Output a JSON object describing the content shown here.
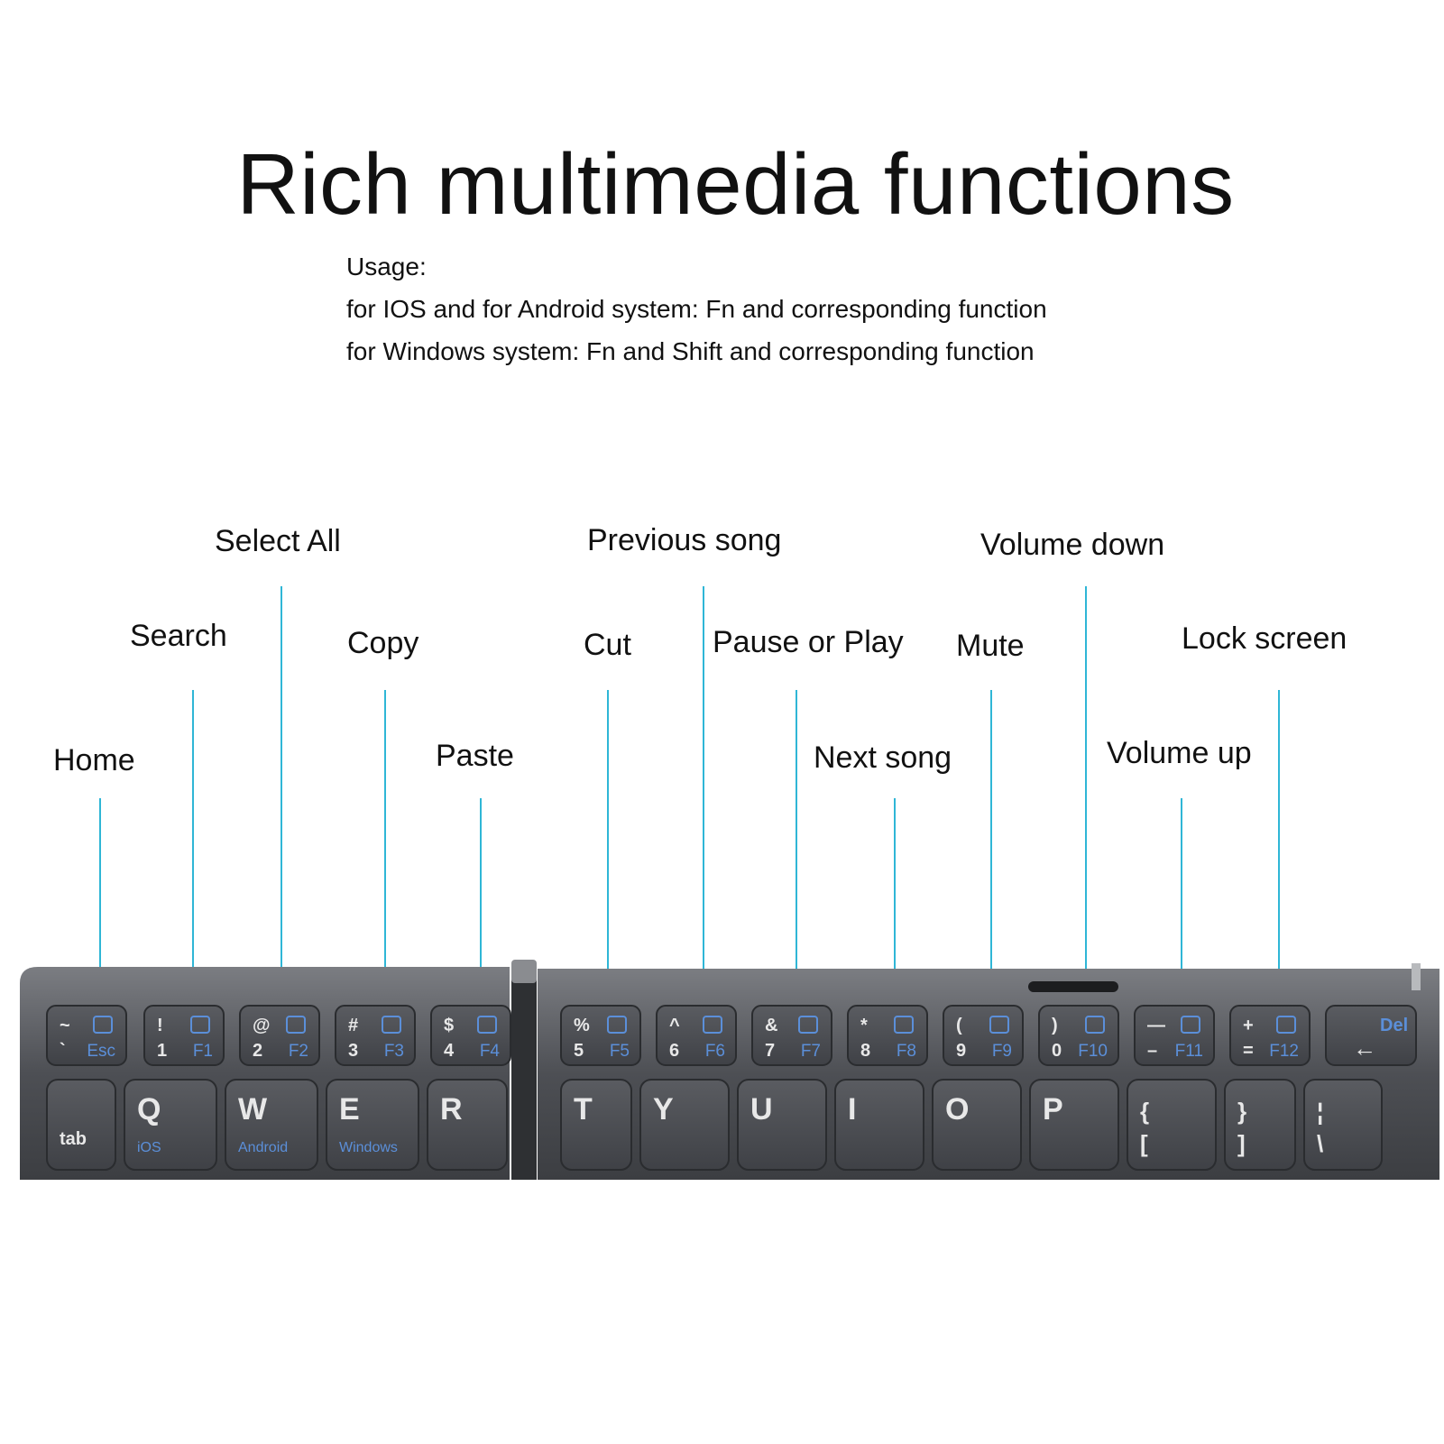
{
  "title": "Rich multimedia functions",
  "usage": {
    "heading": "Usage:",
    "line1": "for IOS and for Android system: Fn and corresponding function",
    "line2": "for Windows system: Fn and Shift and corresponding function"
  },
  "callouts": {
    "home": "Home",
    "search": "Search",
    "select_all": "Select All",
    "copy": "Copy",
    "paste": "Paste",
    "cut": "Cut",
    "previous_song": "Previous song",
    "pause_play": "Pause or Play",
    "next_song": "Next song",
    "mute": "Mute",
    "volume_down": "Volume down",
    "volume_up": "Volume up",
    "lock_screen": "Lock screen"
  },
  "colors": {
    "leader_line": "#2fb6d6",
    "key_body": "#4b4d52",
    "key_legend": "#e8e8e8",
    "fn_legend": "#5b8fd9",
    "frame": "#5a5c60"
  },
  "keyboard": {
    "top_row": [
      {
        "top": "~",
        "bottom": "`",
        "fn": "Esc",
        "icon": "home-icon"
      },
      {
        "top": "!",
        "bottom": "1",
        "fn": "F1",
        "icon": "search-icon"
      },
      {
        "top": "@",
        "bottom": "2",
        "fn": "F2",
        "icon": "select-all-icon"
      },
      {
        "top": "#",
        "bottom": "3",
        "fn": "F3",
        "icon": "copy-icon"
      },
      {
        "top": "$",
        "bottom": "4",
        "fn": "F4",
        "icon": "paste-icon"
      },
      {
        "top": "%",
        "bottom": "5",
        "fn": "F5",
        "icon": "scissors-icon"
      },
      {
        "top": "^",
        "bottom": "6",
        "fn": "F6",
        "icon": "previous-track-icon"
      },
      {
        "top": "&",
        "bottom": "7",
        "fn": "F7",
        "icon": "play-pause-icon"
      },
      {
        "top": "*",
        "bottom": "8",
        "fn": "F8",
        "icon": "next-track-icon"
      },
      {
        "top": "(",
        "bottom": "9",
        "fn": "F9",
        "icon": "mute-icon"
      },
      {
        "top": ")",
        "bottom": "0",
        "fn": "F10",
        "icon": "volume-down-icon"
      },
      {
        "top": "—",
        "bottom": "–",
        "fn": "F11",
        "icon": "volume-up-icon"
      },
      {
        "top": "+",
        "bottom": "=",
        "fn": "F12",
        "icon": "lock-icon"
      },
      {
        "top": "Del",
        "bottom": "←",
        "fn": "",
        "icon": "backspace-icon"
      }
    ],
    "letter_row": [
      {
        "main": "",
        "sub": "tab"
      },
      {
        "main": "Q",
        "sub": "iOS"
      },
      {
        "main": "W",
        "sub": "Android"
      },
      {
        "main": "E",
        "sub": "Windows"
      },
      {
        "main": "R",
        "sub": ""
      },
      {
        "main": "T",
        "sub": ""
      },
      {
        "main": "Y",
        "sub": ""
      },
      {
        "main": "U",
        "sub": ""
      },
      {
        "main": "I",
        "sub": ""
      },
      {
        "main": "O",
        "sub": ""
      },
      {
        "main": "P",
        "sub": ""
      },
      {
        "main": "{",
        "sub": "["
      },
      {
        "main": "}",
        "sub": "]"
      },
      {
        "main": "¦",
        "sub": "\\"
      }
    ]
  }
}
